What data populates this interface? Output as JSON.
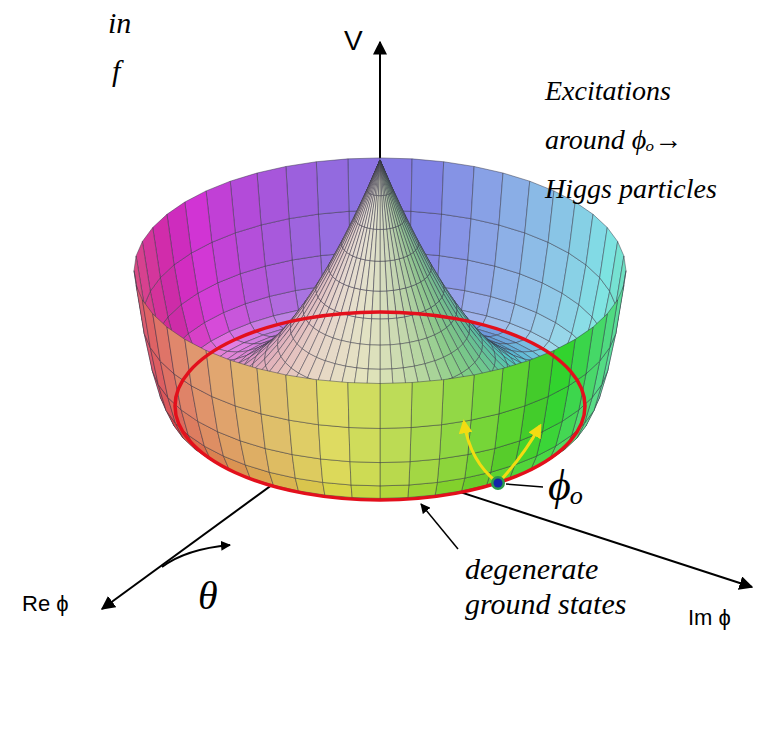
{
  "diagram": {
    "labels": [
      "in",
      "f",
      "V",
      "Excitations around ϕₒ→ Higgs particles",
      "ϕₒ",
      "Im ϕ",
      "θ",
      "Re ϕ",
      "degenerate ground states"
    ]
  }
}
